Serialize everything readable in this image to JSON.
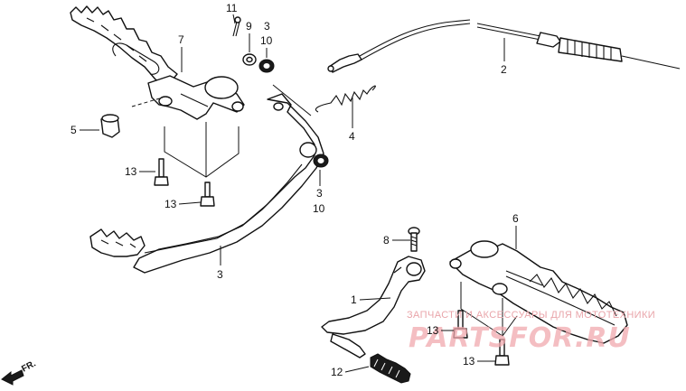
{
  "callouts": {
    "c7": "7",
    "c11": "11",
    "c9": "9",
    "c3a": "3",
    "c10a": "10",
    "c2": "2",
    "c4": "4",
    "c5": "5",
    "c13a": "13",
    "c13b": "13",
    "c3b": "3",
    "c10b": "10",
    "c3c": "3",
    "c8": "8",
    "c6": "6",
    "c1": "1",
    "c13c": "13",
    "c13d": "13",
    "c12": "12"
  },
  "direction_marker": {
    "label": "FR."
  },
  "watermark": {
    "line1": "ЗАПЧАСТИ И АКСЕССУАРЫ ДЛЯ МОТОТЕХНИКИ",
    "brand": "PARTSFOR.RU"
  },
  "colors": {
    "line": "#111111",
    "watermark": "#f0a8ad",
    "background": "#ffffff"
  }
}
